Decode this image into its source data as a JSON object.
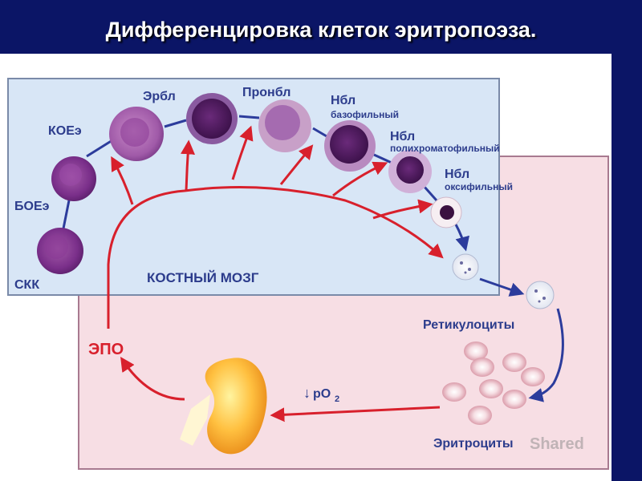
{
  "slide": {
    "title": "Дифференцировка клеток эритропоэза."
  },
  "diagram": {
    "colors": {
      "background": "#0b1566",
      "bone_marrow": "#d8e6f6",
      "blood_zone": "#f7dee4",
      "arrow_red": "#d8202c",
      "arrow_blue": "#2c3c9c",
      "label_blue": "#2c3c8c",
      "cell_dark": "#7a2f8a"
    },
    "labels": {
      "skk": "СКК",
      "boe": "БОЕэ",
      "koe": "КОЕэ",
      "erbl": "Эрбл",
      "pronbl": "Пронбл",
      "nbl1": "Нбл",
      "bazofilny": "базофильный",
      "nbl2": "Нбл",
      "polychrom": "полихроматофильный",
      "nbl3": "Нбл",
      "oxifilny": "оксифильный",
      "bone_marrow": "КОСТНЫЙ МОЗГ",
      "reticulocytes": "Ретикулоциты",
      "epo": "ЭПО",
      "po2_arrow": "↓",
      "po2": "pO",
      "po2_sub": "2",
      "erythrocytes": "Эритроциты",
      "watermark": "Shared"
    }
  }
}
